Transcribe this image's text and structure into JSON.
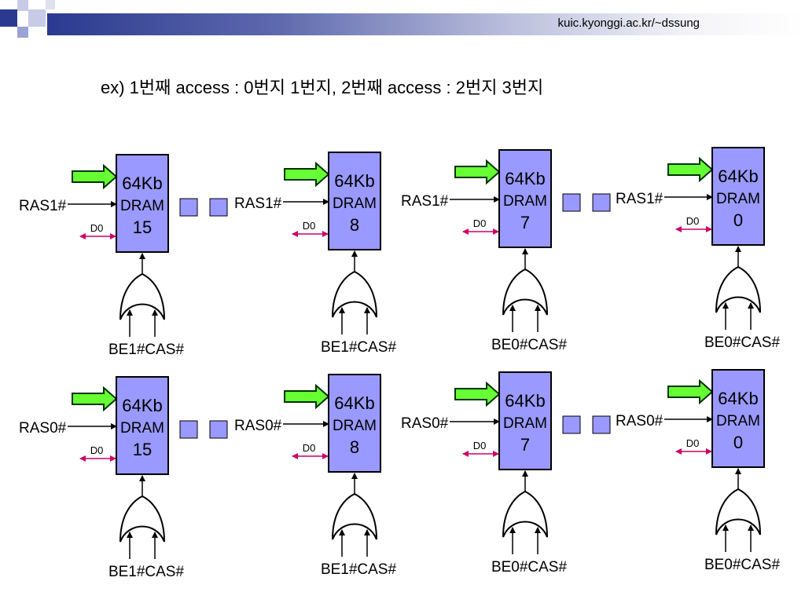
{
  "header": {
    "site_url": "kuic.kyonggi.ac.kr/~dssung"
  },
  "slide": {
    "title": "ex) 1번째 access : 0번지 1번지,  2번째 access : 2번지 3번지"
  },
  "rows": [
    {
      "ras_label": "RAS1#",
      "chips": [
        {
          "line1": "64Kb",
          "line2": "DRAM",
          "number": "15",
          "data_label": "D0",
          "gate_label": "BE1#CAS#"
        },
        {
          "line1": "64Kb",
          "line2": "DRAM",
          "number": "8",
          "data_label": "D0",
          "gate_label": "BE1#CAS#"
        },
        {
          "line1": "64Kb",
          "line2": "DRAM",
          "number": "7",
          "data_label": "D0",
          "gate_label": "BE0#CAS#"
        },
        {
          "line1": "64Kb",
          "line2": "DRAM",
          "number": "0",
          "data_label": "D0",
          "gate_label": "BE0#CAS#"
        }
      ]
    },
    {
      "ras_label": "RAS0#",
      "chips": [
        {
          "line1": "64Kb",
          "line2": "DRAM",
          "number": "15",
          "data_label": "D0",
          "gate_label": "BE1#CAS#"
        },
        {
          "line1": "64Kb",
          "line2": "DRAM",
          "number": "8",
          "data_label": "D0",
          "gate_label": "BE1#CAS#"
        },
        {
          "line1": "64Kb",
          "line2": "DRAM",
          "number": "7",
          "data_label": "D0",
          "gate_label": "BE0#CAS#"
        },
        {
          "line1": "64Kb",
          "line2": "DRAM",
          "number": "0",
          "data_label": "D0",
          "gate_label": "BE0#CAS#"
        }
      ]
    }
  ],
  "colors": {
    "chip_fill": "#9999ff",
    "chip_border": "#000000",
    "arrow_fill": "#66ff33",
    "arrow_border": "#003300",
    "data_arrow": "#cc0066",
    "header_band": "#2b3a8f",
    "header_squares": "#2b3a8f"
  }
}
